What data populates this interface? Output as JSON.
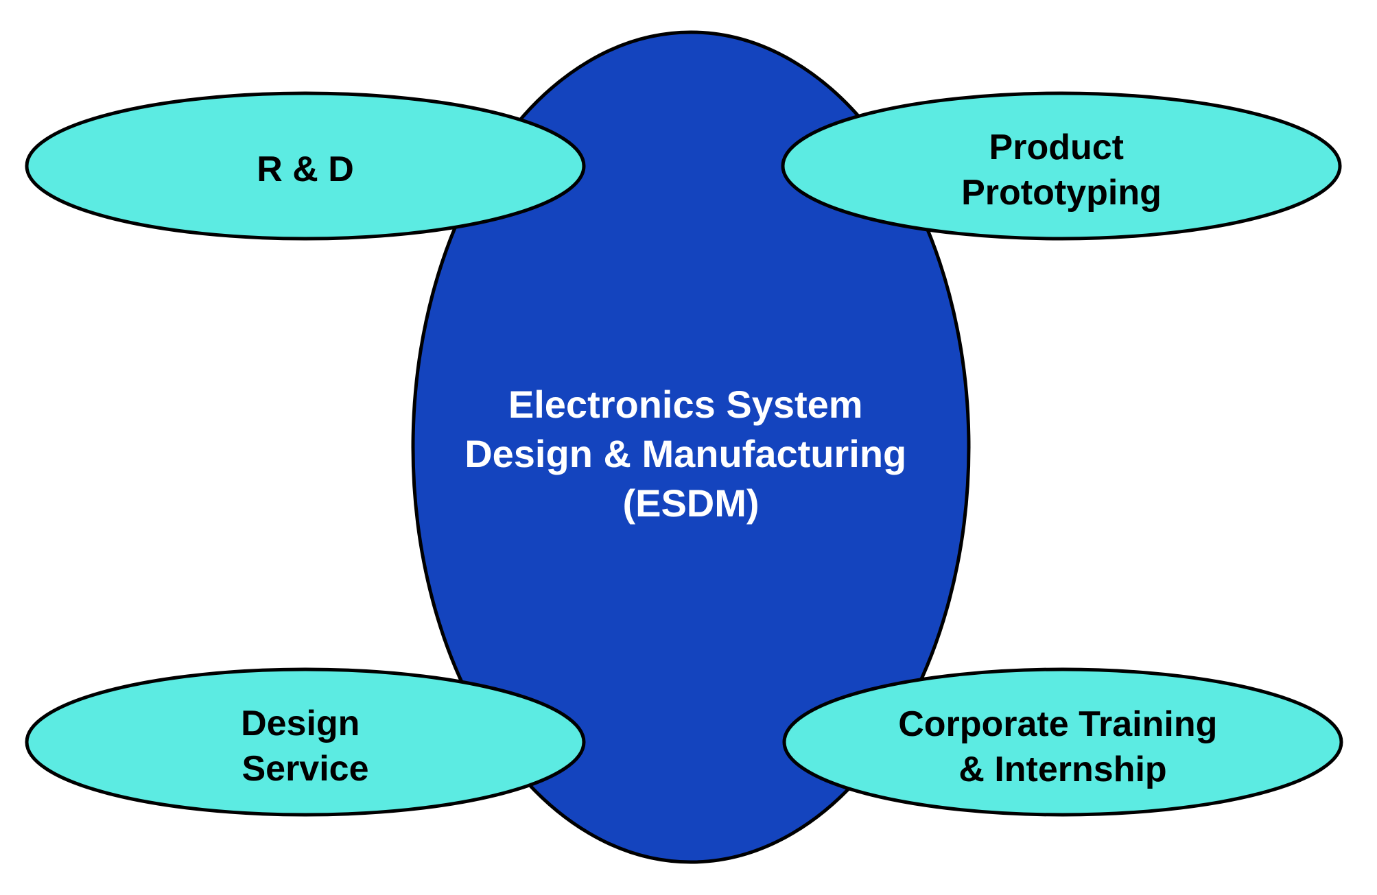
{
  "diagram": {
    "type": "hub-and-spoke",
    "colors": {
      "center_fill": "#1444BE",
      "center_text": "#FFFFFF",
      "node_fill": "#5CEBE2",
      "node_text": "#000000",
      "outline": "#000000"
    },
    "center": {
      "lines": [
        "Electronics System",
        "Design & Manufacturing",
        "(ESDM)"
      ]
    },
    "nodes": [
      {
        "id": "rnd",
        "position": "top-left",
        "lines": [
          "R & D"
        ]
      },
      {
        "id": "product-prototyping",
        "position": "top-right",
        "lines": [
          "Product",
          "Prototyping"
        ]
      },
      {
        "id": "design-service",
        "position": "bottom-left",
        "lines": [
          "Design",
          "Service"
        ]
      },
      {
        "id": "corporate-training",
        "position": "bottom-right",
        "lines": [
          "Corporate Training",
          "& Internship"
        ]
      }
    ]
  }
}
